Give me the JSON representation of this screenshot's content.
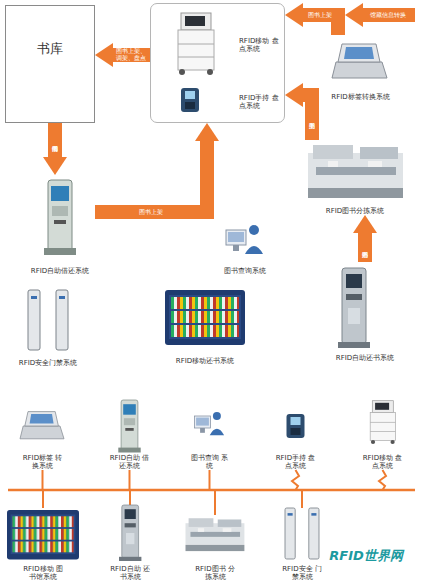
{
  "diagram": {
    "nodes": [
      {
        "text": [
          "书库"
        ]
      },
      {
        "text": []
      },
      {
        "text": [
          "RFID移动 盘点系统"
        ],
        "in": 1
      },
      {
        "text": [
          "RFID手持 盘点系统"
        ],
        "in": 1
      },
      {
        "text": [
          "RFID标签转换系统"
        ]
      },
      {
        "text": [
          "RFID自助借还系统"
        ]
      },
      {
        "text": [
          "图书查询系统"
        ]
      },
      {
        "text": [
          "RFID图书分拣系统"
        ]
      },
      {
        "text": [
          "RFID安全门禁系统"
        ]
      },
      {
        "text": [
          "RFID移动还书系统"
        ]
      },
      {
        "text": [
          "RFID自助还书系统"
        ]
      },
      {
        "text": [
          "RFID标签 转换系统"
        ]
      },
      {
        "text": [
          "RFID自助 借还系统"
        ]
      },
      {
        "text": [
          "图书查询 系统"
        ]
      },
      {
        "text": [
          "RFID手持 盘点系统"
        ]
      },
      {
        "text": [
          "RFID移动 盘点系统"
        ]
      },
      {
        "text": [
          "RFID移动 图书馆系统"
        ]
      },
      {
        "text": [
          "RFID自助 还书系统"
        ]
      },
      {
        "text": [
          "RFID图书 分拣系统"
        ]
      },
      {
        "text": [
          "RFID安全 门禁系统"
        ]
      }
    ],
    "edges": [
      {
        "from": 1,
        "to": 0,
        "label": "图书上架、调架、盘点",
        "arrow": "to"
      },
      {
        "from": 4,
        "to": 1,
        "label": "图书上架",
        "arrow": "to"
      },
      {
        "from": 0,
        "to": 5,
        "label": "图书借阅",
        "arrow": "to"
      },
      {
        "from": 5,
        "to": 1,
        "label": "图书上架",
        "arrow": "to"
      },
      {
        "from": 7,
        "to": 1,
        "label": "图书上架",
        "arrow": "to"
      },
      {
        "from": 10,
        "to": 7,
        "label": "图书归还",
        "arrow": "to"
      }
    ],
    "labels": [
      "馆藏信息转换",
      "RFID世界网"
    ]
  }
}
